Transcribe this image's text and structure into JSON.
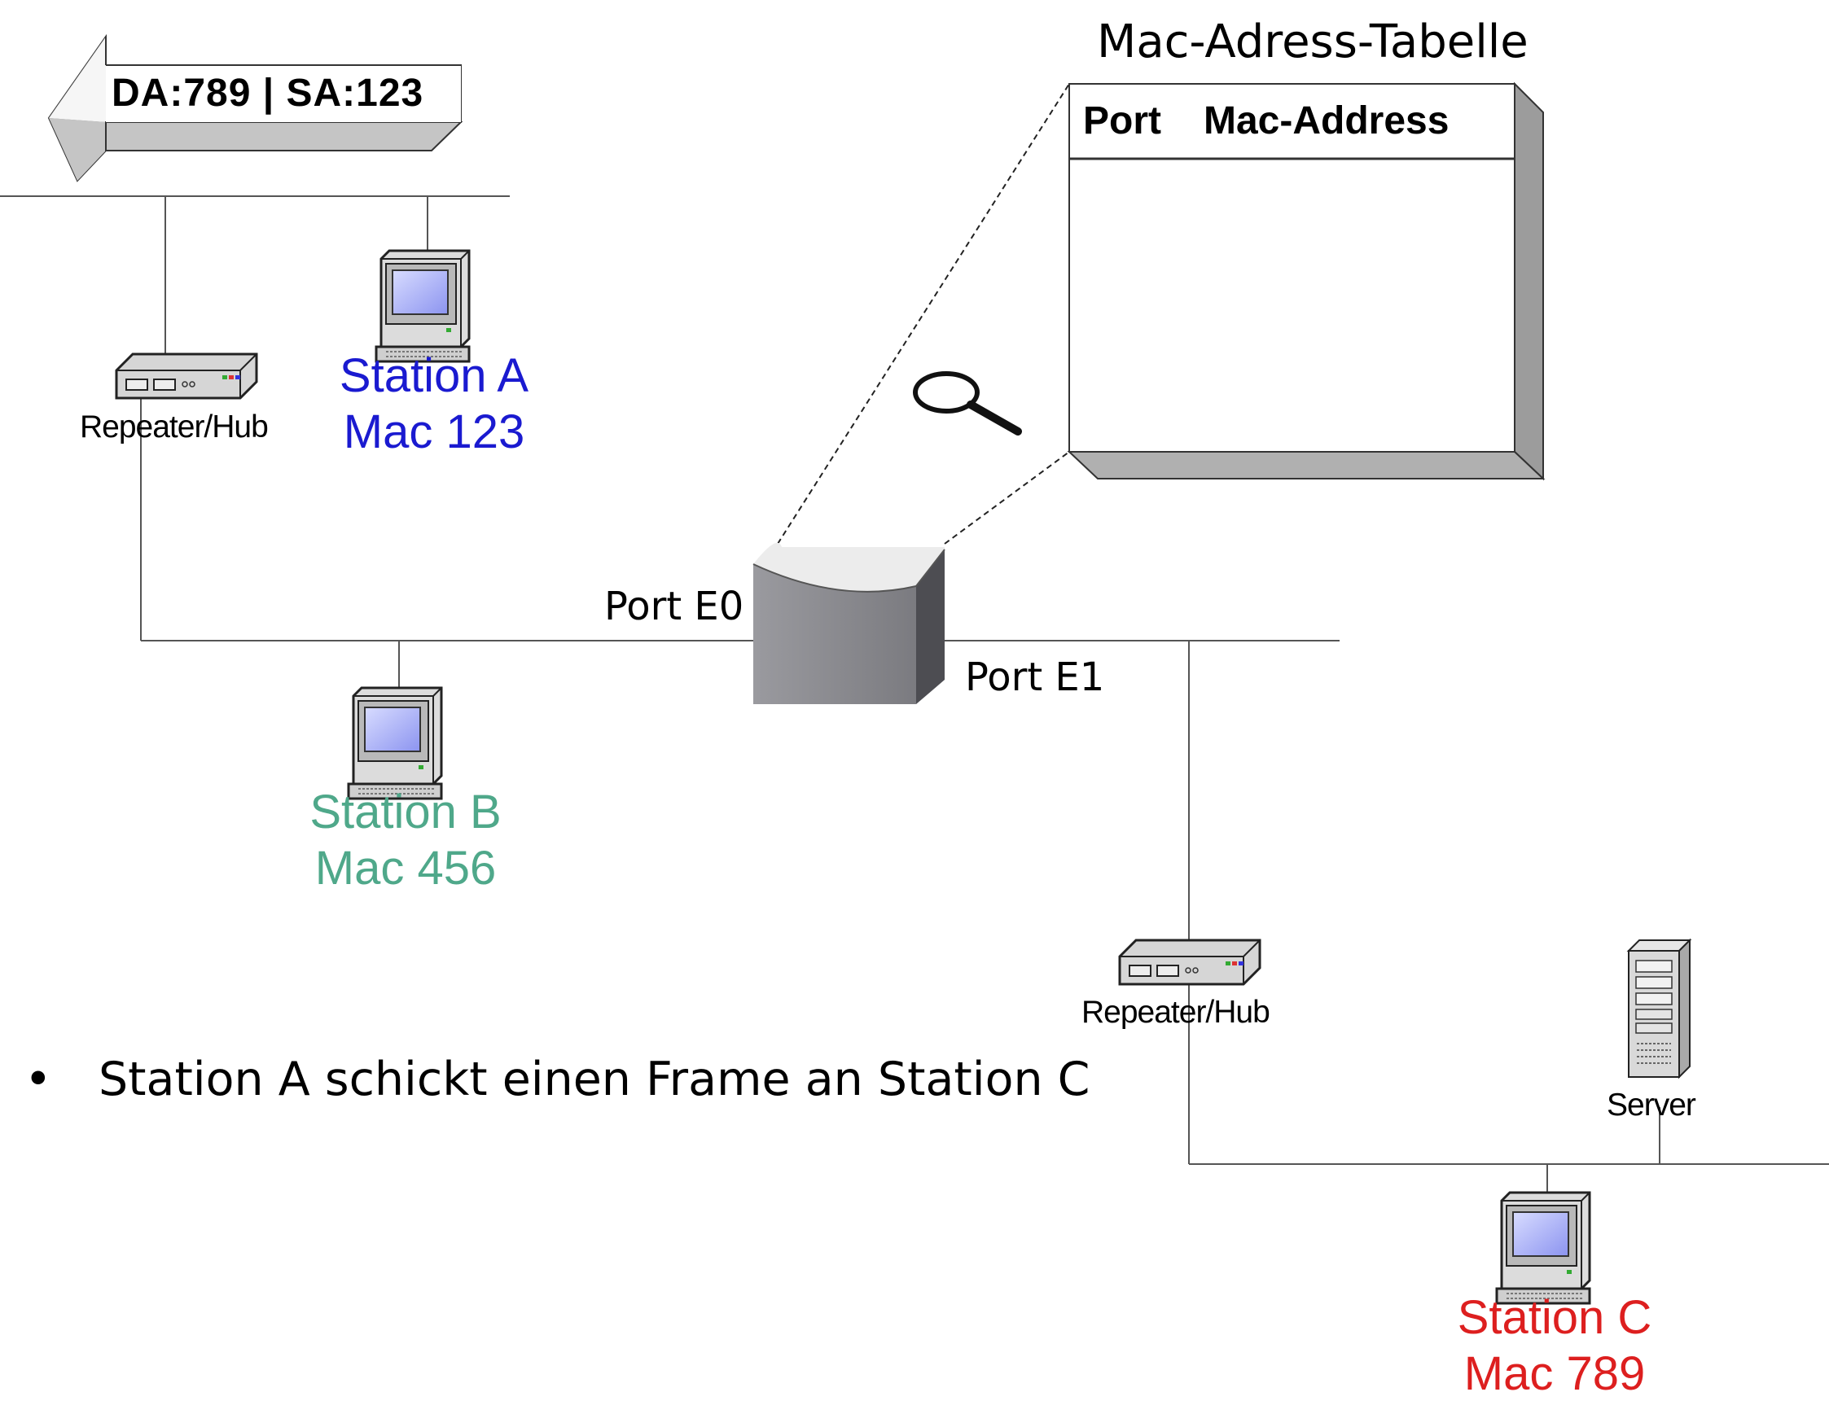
{
  "frame_arrow": {
    "label": "DA:789 | SA:123"
  },
  "mac_table": {
    "title": "Mac-Adress-Tabelle",
    "headers": {
      "port": "Port",
      "mac": "Mac-Address"
    },
    "rows": []
  },
  "hubs": {
    "left_label": "Repeater/Hub",
    "right_label": "Repeater/Hub"
  },
  "stations": {
    "a": {
      "name": "Station A",
      "mac": "Mac 123",
      "color": "#1a1ad0"
    },
    "b": {
      "name": "Station B",
      "mac": "Mac 456",
      "color": "#4fa88a"
    },
    "c": {
      "name": "Station C",
      "mac": "Mac 789",
      "color": "#dd1f1f"
    }
  },
  "server": {
    "label": "Server"
  },
  "bridge": {
    "port_e0": "Port E0",
    "port_e1": "Port E1"
  },
  "bullet": {
    "symbol": "•",
    "text": "Station A schickt einen Frame an Station C"
  },
  "colors": {
    "line": "#555555",
    "shape_gray": "#c4c4c4",
    "shape_dark": "#8a8a8a"
  },
  "icons": [
    "computer-icon",
    "hub-icon",
    "server-icon",
    "magnifier-icon",
    "bridge-icon",
    "arrow-left-icon"
  ]
}
